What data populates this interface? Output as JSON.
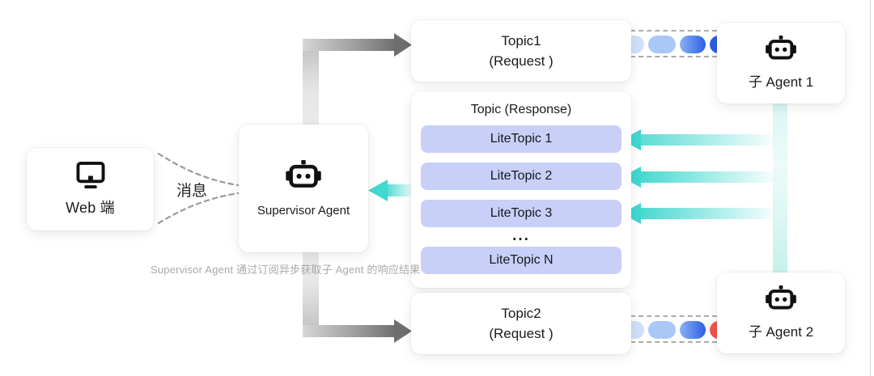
{
  "nodes": {
    "web": {
      "label": "Web 端"
    },
    "supervisor": {
      "label": "Supervisor Agent"
    },
    "agent1": {
      "label": "子 Agent 1"
    },
    "agent2": {
      "label": "子 Agent 2"
    },
    "topic1": {
      "title": "Topic1",
      "subtitle": "(Request )"
    },
    "topic2": {
      "title": "Topic2",
      "subtitle": "(Request )"
    },
    "response": {
      "title": "Topic (Response)",
      "items": [
        "LiteTopic 1",
        "LiteTopic 2",
        "LiteTopic 3",
        "LiteTopic N"
      ],
      "ellipsis": "..."
    }
  },
  "labels": {
    "message": "消息",
    "caption": "Supervisor Agent 通过订阅异步获取子 Agent 的响应结果"
  },
  "colors": {
    "teal": "#41d8cf",
    "lavender": "#c9d0f8",
    "blueLighter": "#cfe0fb",
    "blueLight": "#a9c8f8",
    "blueDark": "#2c5fe7",
    "red": "#f2544d",
    "grayArrow": "#6e6e6e"
  }
}
